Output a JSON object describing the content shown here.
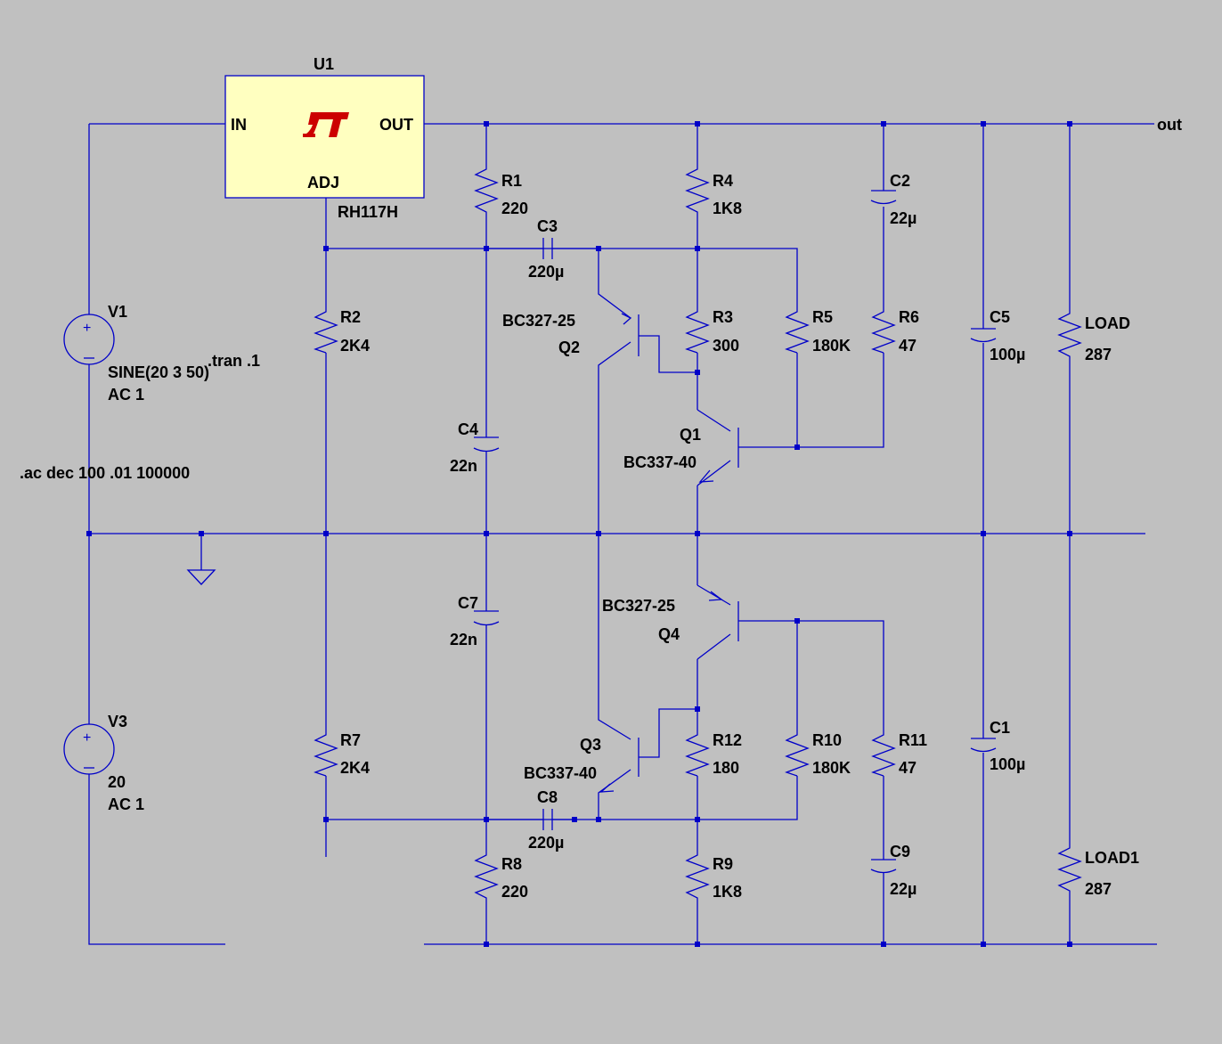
{
  "regulator": {
    "ref": "U1",
    "part": "RH117H",
    "pin_in": "IN",
    "pin_out": "OUT",
    "pin_adj": "ADJ",
    "logo": "LT"
  },
  "net_out": "out",
  "sources": {
    "v1": {
      "ref": "V1",
      "value": "SINE(20 3 50)",
      "ac": "AC 1"
    },
    "v3": {
      "ref": "V3",
      "value": "20",
      "ac": "AC 1"
    }
  },
  "directives": {
    "tran": ".tran .1",
    "ac": ".ac dec 100 .01 100000"
  },
  "resistors": {
    "r1": {
      "ref": "R1",
      "value": "220"
    },
    "r2": {
      "ref": "R2",
      "value": "2K4"
    },
    "r3": {
      "ref": "R3",
      "value": "300"
    },
    "r4": {
      "ref": "R4",
      "value": "1K8"
    },
    "r5": {
      "ref": "R5",
      "value": "180K"
    },
    "r6": {
      "ref": "R6",
      "value": "47"
    },
    "r7": {
      "ref": "R7",
      "value": "2K4"
    },
    "r8": {
      "ref": "R8",
      "value": "220"
    },
    "r9": {
      "ref": "R9",
      "value": "1K8"
    },
    "r10": {
      "ref": "R10",
      "value": "180K"
    },
    "r11": {
      "ref": "R11",
      "value": "47"
    },
    "r12": {
      "ref": "R12",
      "value": "180"
    },
    "load": {
      "ref": "LOAD",
      "value": "287"
    },
    "load1": {
      "ref": "LOAD1",
      "value": "287"
    }
  },
  "capacitors": {
    "c1": {
      "ref": "C1",
      "value": "100µ"
    },
    "c2": {
      "ref": "C2",
      "value": "22µ"
    },
    "c3": {
      "ref": "C3",
      "value": "220µ"
    },
    "c4": {
      "ref": "C4",
      "value": "22n"
    },
    "c5": {
      "ref": "C5",
      "value": "100µ"
    },
    "c7": {
      "ref": "C7",
      "value": "22n"
    },
    "c8": {
      "ref": "C8",
      "value": "220µ"
    },
    "c9": {
      "ref": "C9",
      "value": "22µ"
    }
  },
  "transistors": {
    "q1": {
      "ref": "Q1",
      "part": "BC337-40"
    },
    "q2": {
      "ref": "Q2",
      "part": "BC327-25"
    },
    "q3": {
      "ref": "Q3",
      "part": "BC337-40"
    },
    "q4": {
      "ref": "Q4",
      "part": "BC327-25"
    }
  },
  "colors": {
    "background": "#c0c0c0",
    "wire": "#0000c8",
    "regulator_fill": "#ffffc0",
    "logo": "#cc0000"
  }
}
